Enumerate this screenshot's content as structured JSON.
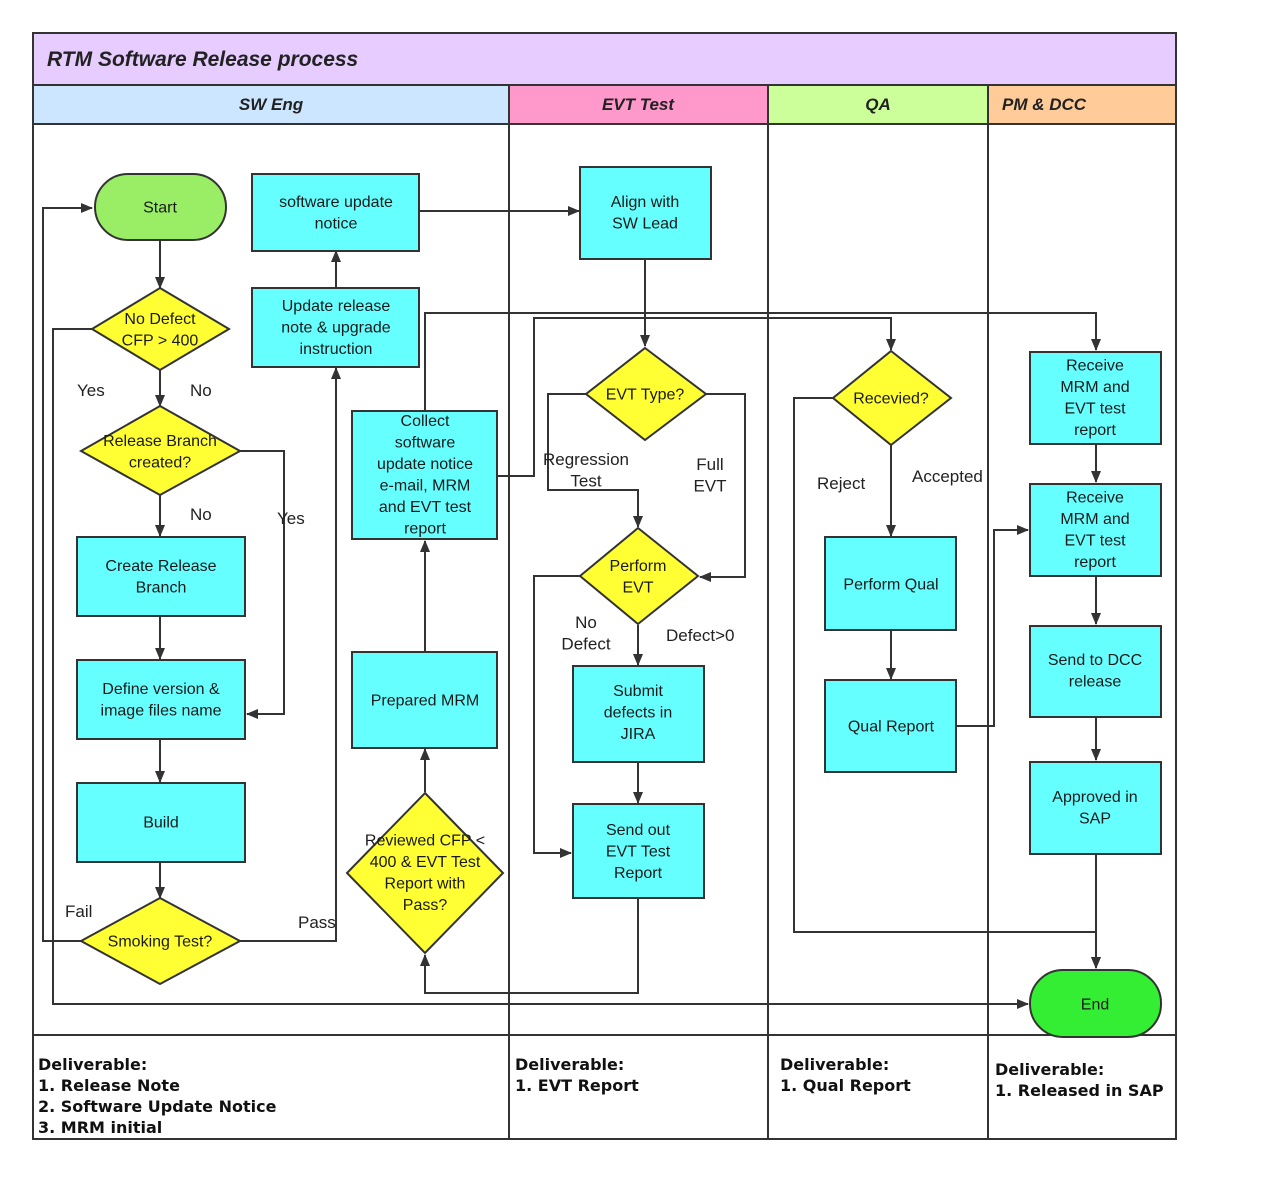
{
  "title": "RTM Software Release process",
  "colors": {
    "title_bg": "#e6ccff",
    "lane_sw": "#cce6ff",
    "lane_evt": "#ff99cc",
    "lane_qa": "#ccff99",
    "lane_pm": "#ffcc99",
    "process_fill": "#66ffff",
    "decision_fill": "#ffff33",
    "start_fill": "#99ee66",
    "end_fill": "#33ee33"
  },
  "lanes": [
    {
      "id": "sw",
      "name": "SW Eng"
    },
    {
      "id": "evt",
      "name": "EVT Test"
    },
    {
      "id": "qa",
      "name": "QA"
    },
    {
      "id": "pm",
      "name": "PM & DCC"
    }
  ],
  "nodes": {
    "start": {
      "lines": [
        "Start"
      ]
    },
    "no_defect": {
      "lines": [
        "No Defect",
        "CFP > 400"
      ]
    },
    "release_branch_q": {
      "lines": [
        "Release Branch",
        "created?"
      ]
    },
    "create_branch": {
      "lines": [
        "Create Release",
        "Branch"
      ]
    },
    "define_version": {
      "lines": [
        "Define version &",
        "image files name"
      ]
    },
    "build": {
      "lines": [
        "Build"
      ]
    },
    "smoking_test": {
      "lines": [
        "Smoking Test?"
      ]
    },
    "sw_update_notice": {
      "lines": [
        "software update",
        "notice"
      ]
    },
    "update_release_note": {
      "lines": [
        "Update release",
        "note & upgrade",
        "instruction"
      ]
    },
    "collect": {
      "lines": [
        "Collect",
        "software",
        "update notice",
        "e-mail, MRM",
        "and  EVT test",
        "report"
      ]
    },
    "prepared_mrm": {
      "lines": [
        "Prepared MRM"
      ]
    },
    "reviewed": {
      "lines": [
        "Reviewed CFP <",
        "400 & EVT Test",
        "Report with",
        "Pass?"
      ]
    },
    "align": {
      "lines": [
        "Align with",
        "SW Lead"
      ]
    },
    "evt_type": {
      "lines": [
        "EVT Type?"
      ]
    },
    "perform_evt": {
      "lines": [
        "Perform",
        "EVT"
      ]
    },
    "submit_defects": {
      "lines": [
        "Submit",
        "defects in",
        "JIRA"
      ]
    },
    "send_evt_report": {
      "lines": [
        "Send out",
        "EVT Test",
        "Report"
      ]
    },
    "received": {
      "lines": [
        "Recevied?"
      ]
    },
    "perform_qual": {
      "lines": [
        "Perform Qual"
      ]
    },
    "qual_report": {
      "lines": [
        "Qual Report"
      ]
    },
    "receive_mrm_1": {
      "lines": [
        "Receive",
        "MRM and",
        "EVT test",
        "report"
      ]
    },
    "receive_mrm_2": {
      "lines": [
        "Receive",
        "MRM and",
        "EVT test",
        "report"
      ]
    },
    "send_dcc": {
      "lines": [
        "Send to DCC",
        "release"
      ]
    },
    "approved_sap": {
      "lines": [
        "Approved in",
        "SAP"
      ]
    },
    "end": {
      "lines": [
        "End"
      ]
    }
  },
  "edge_labels": {
    "yes_1": "Yes",
    "no_1": "No",
    "no_2": "No",
    "yes_2": "Yes",
    "fail": "Fail",
    "pass": "Pass",
    "regression": [
      "Regression",
      "Test"
    ],
    "full_evt": [
      "Full",
      "EVT"
    ],
    "no_defect": [
      "No",
      "Defect"
    ],
    "defect_gt0": "Defect>0",
    "reject": "Reject",
    "accepted": "Accepted"
  },
  "deliverables": {
    "sw": [
      "Deliverable:",
      "1.  Release Note",
      "2. Software Update Notice",
      "3. MRM initial"
    ],
    "evt": [
      "Deliverable:",
      "1.  EVT Report"
    ],
    "qa": [
      "Deliverable:",
      "1.  Qual Report"
    ],
    "pm": [
      "Deliverable:",
      "1.  Released in SAP"
    ]
  }
}
